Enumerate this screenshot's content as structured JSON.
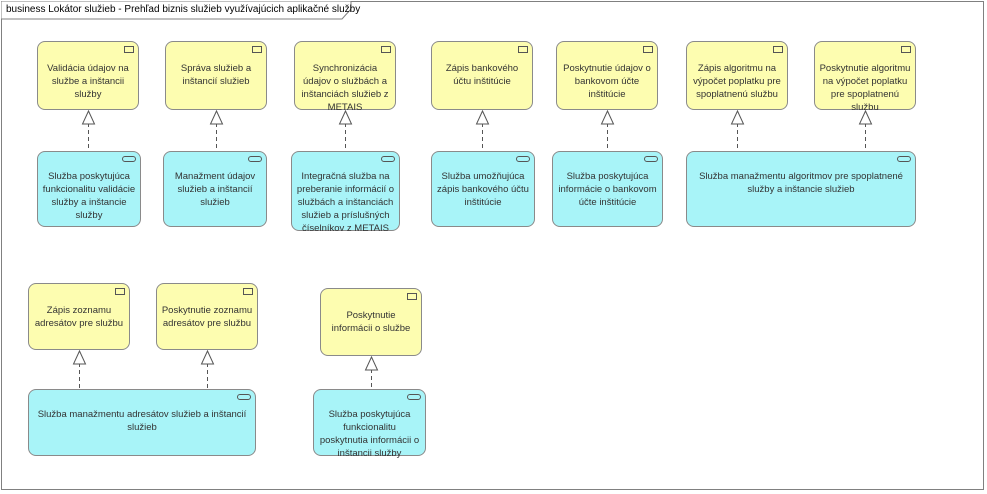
{
  "diagram": {
    "title": "business Lokátor služieb - Prehľad biznis služieb využívajúcich aplikačné služby"
  },
  "functions": [
    {
      "label": "Validácia údajov na službe a inštancii služby"
    },
    {
      "label": "Správa služieb a inštancií služieb"
    },
    {
      "label": "Synchronizácia údajov o službách a inštanciách služieb z METAIS"
    },
    {
      "label": "Zápis bankového účtu inštitúcie"
    },
    {
      "label": "Poskytnutie údajov o bankovom účte inštitúcie"
    },
    {
      "label": "Zápis algoritmu na výpočet poplatku pre spoplatnenú službu"
    },
    {
      "label": "Poskytnutie algoritmu na výpočet poplatku pre spoplatnenú službu"
    },
    {
      "label": "Zápis zoznamu adresátov pre službu"
    },
    {
      "label": "Poskytnutie zoznamu adresátov pre službu"
    },
    {
      "label": "Poskytnutie informácii o službe"
    }
  ],
  "services": [
    {
      "label": "Služba poskytujúca funkcionalitu validácie služby a inštancie služby"
    },
    {
      "label": "Manažment údajov služieb a inštancií služieb"
    },
    {
      "label": "Integračná služba na preberanie informácií o službách a inštanciách služieb a príslušných číselníkov z METAIS"
    },
    {
      "label": "Služba umožňujúca zápis bankového účtu inštitúcie"
    },
    {
      "label": "Služba poskytujúca informácie o bankovom účte inštitúcie"
    },
    {
      "label": "Služba manažmentu algoritmov pre spoplatnené služby a inštancie služieb"
    },
    {
      "label": "Služba manažmentu adresátov služieb a inštancií služieb"
    },
    {
      "label": "Služba poskytujúca funkcionalitu poskytnutia informácii o inštancii služby"
    }
  ],
  "relationships": [
    {
      "from": "services.0",
      "to": "functions.0",
      "type": "realization"
    },
    {
      "from": "services.1",
      "to": "functions.1",
      "type": "realization"
    },
    {
      "from": "services.2",
      "to": "functions.2",
      "type": "realization"
    },
    {
      "from": "services.3",
      "to": "functions.3",
      "type": "realization"
    },
    {
      "from": "services.4",
      "to": "functions.4",
      "type": "realization"
    },
    {
      "from": "services.5",
      "to": "functions.5",
      "type": "realization"
    },
    {
      "from": "services.5",
      "to": "functions.6",
      "type": "realization"
    },
    {
      "from": "services.6",
      "to": "functions.7",
      "type": "realization"
    },
    {
      "from": "services.6",
      "to": "functions.8",
      "type": "realization"
    },
    {
      "from": "services.7",
      "to": "functions.9",
      "type": "realization"
    }
  ],
  "colors": {
    "function_fill": "#fdfdb0",
    "service_fill": "#a8f4f8",
    "border": "#8a8a8a",
    "edge": "#555555"
  }
}
